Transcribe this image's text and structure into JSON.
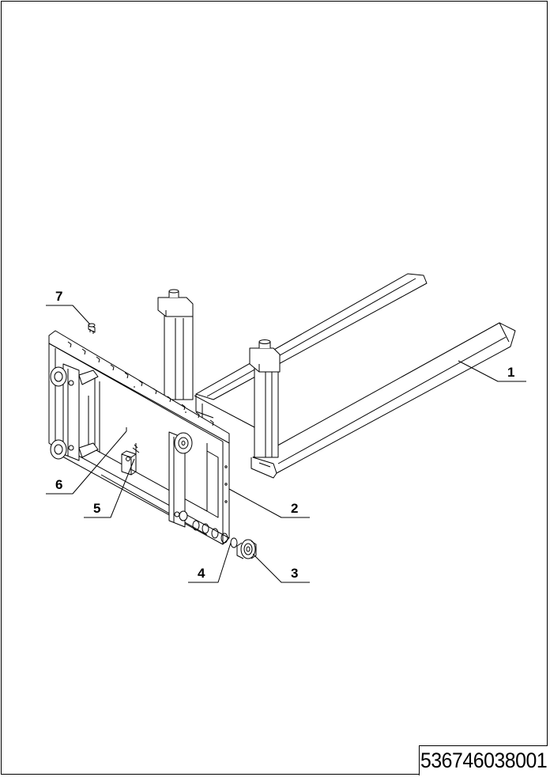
{
  "drawing_number": "536746038001",
  "callouts": [
    "1",
    "2",
    "3",
    "4",
    "5",
    "6",
    "7"
  ]
}
